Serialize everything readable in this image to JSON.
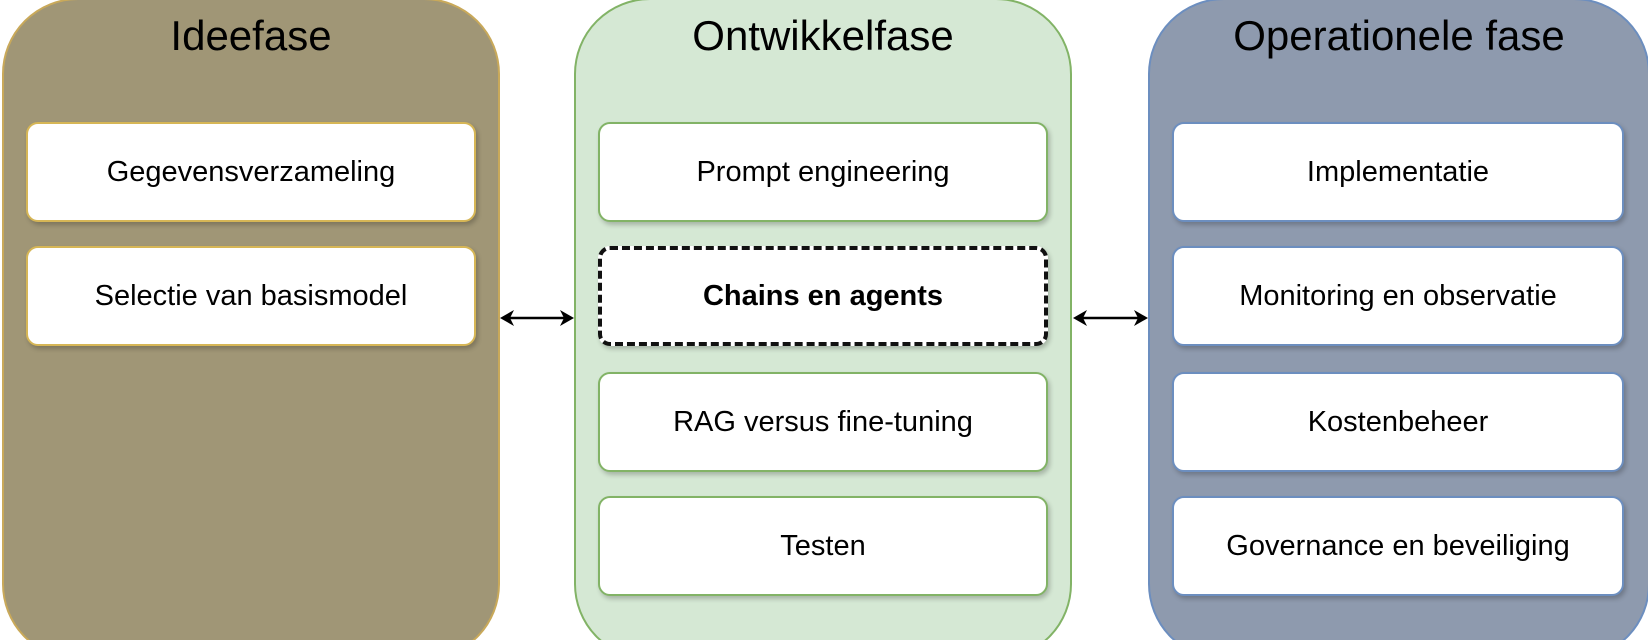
{
  "phases": [
    {
      "title": "Ideefase",
      "fill": "#a09676",
      "stroke": "#d6b656",
      "items": [
        {
          "label": "Gegevensverzameling"
        },
        {
          "label": "Selectie van basismodel"
        }
      ]
    },
    {
      "title": "Ontwikkelfase",
      "fill": "#d5e8d4",
      "stroke": "#82b366",
      "items": [
        {
          "label": "Prompt engineering"
        },
        {
          "label": "Chains en agents",
          "highlighted": true
        },
        {
          "label": "RAG versus fine-tuning"
        },
        {
          "label": "Testen"
        }
      ]
    },
    {
      "title": "Operationele fase",
      "fill": "#8e9aae",
      "stroke": "#6c8ebf",
      "items": [
        {
          "label": "Implementatie"
        },
        {
          "label": "Monitoring en observatie"
        },
        {
          "label": "Kostenbeheer"
        },
        {
          "label": "Governance en beveiliging"
        }
      ]
    }
  ],
  "connectors": [
    {
      "from": "Ideefase",
      "to": "Ontwikkelfase",
      "type": "bidirectional-arrow-icon"
    },
    {
      "from": "Ontwikkelfase",
      "to": "Operationele fase",
      "type": "bidirectional-arrow-icon"
    }
  ]
}
